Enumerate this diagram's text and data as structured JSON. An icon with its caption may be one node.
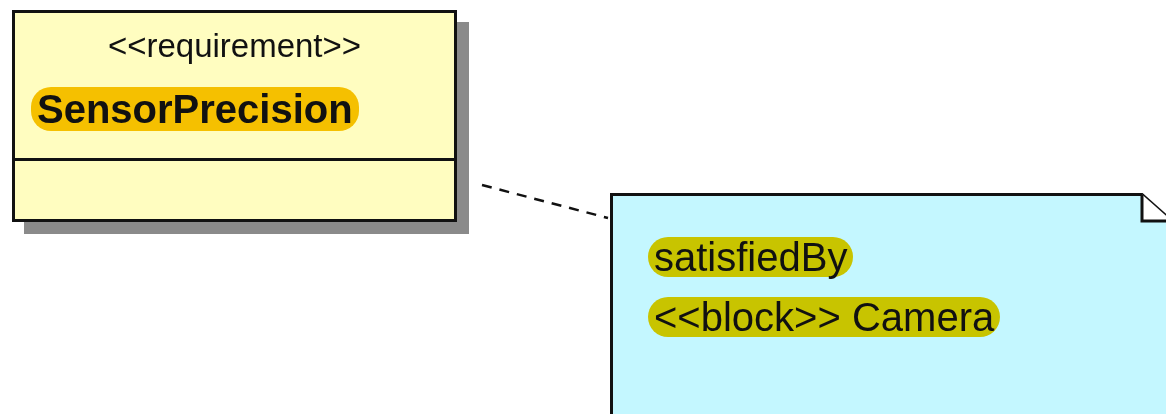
{
  "diagram": {
    "nodes": [
      {
        "text": [
          "<<requirement>>",
          "SensorPrecision"
        ]
      },
      {
        "text": [
          "satisfiedBy",
          "<<block>> Camera"
        ]
      }
    ],
    "edges": [
      {
        "from": 0,
        "to": 1,
        "arrow": "none",
        "style": "dashed"
      }
    ]
  }
}
